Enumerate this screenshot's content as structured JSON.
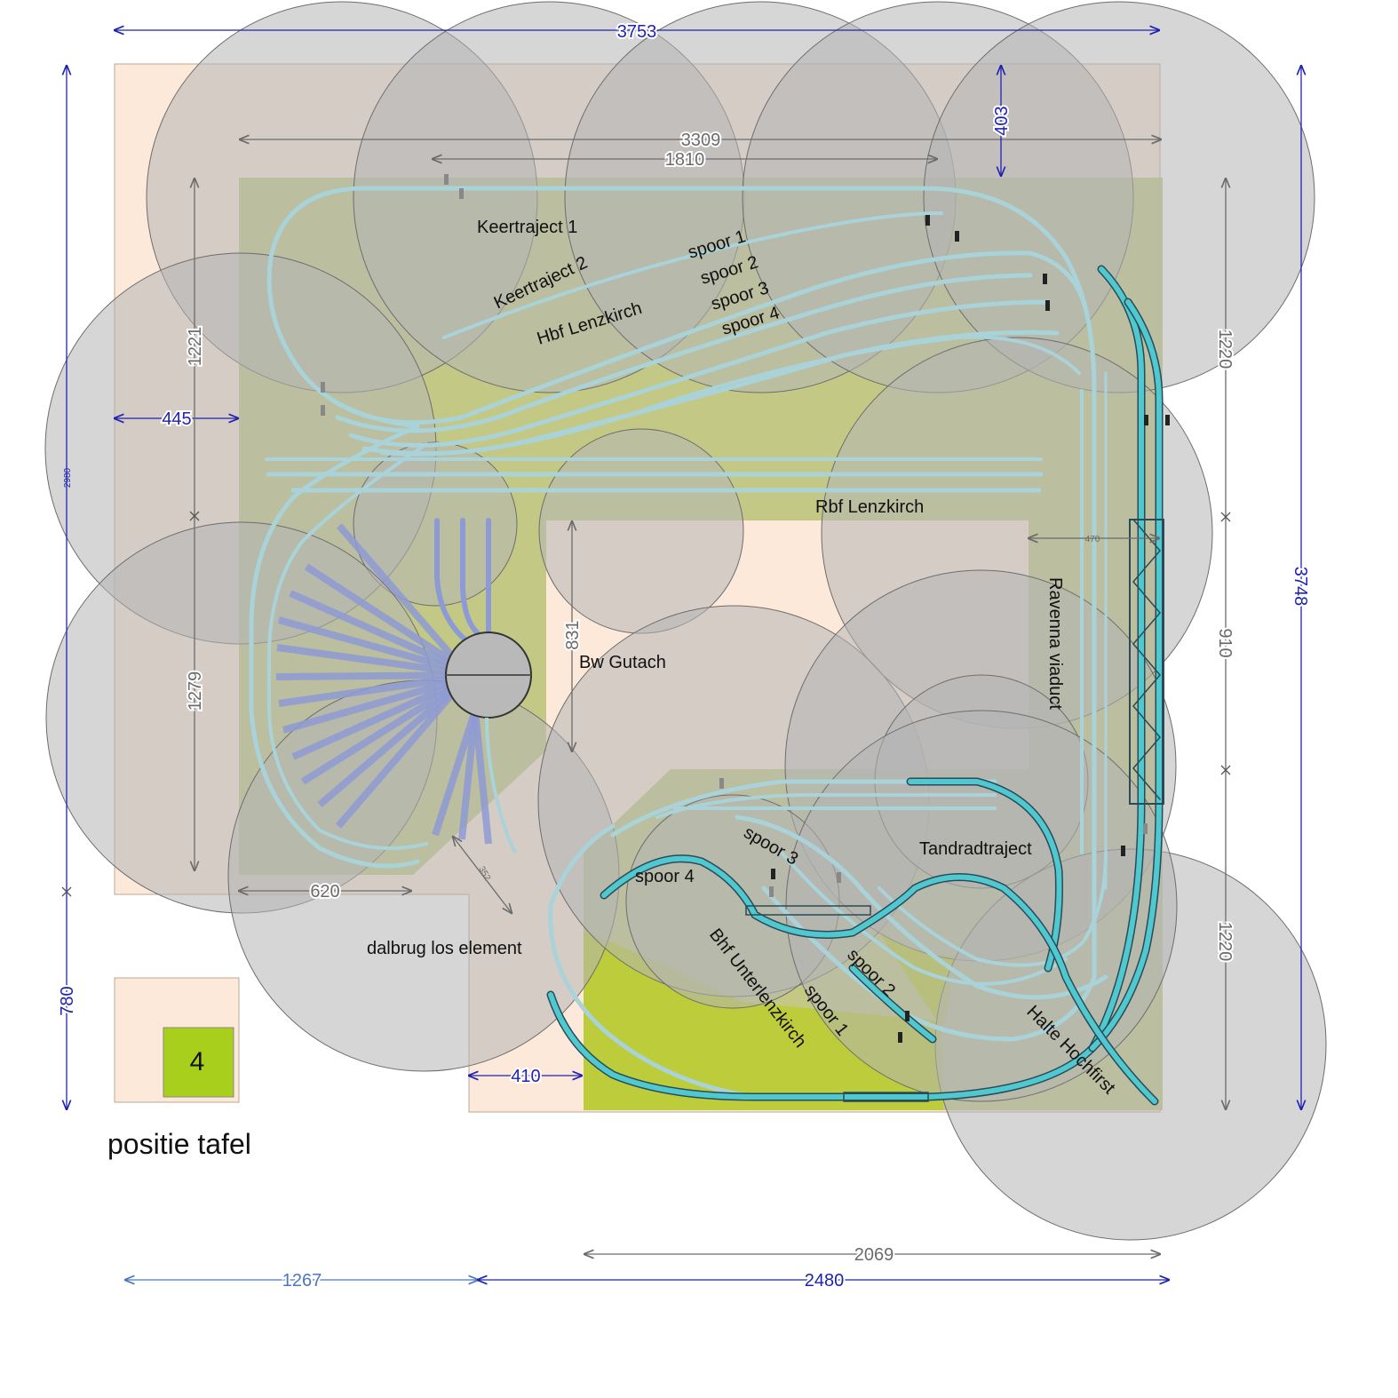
{
  "labels": {
    "keertraject1": "Keertraject 1",
    "keertraject2": "Keertraject 2",
    "hbf": "Hbf Lenzkirch",
    "hbf_spoor1": "spoor 1",
    "hbf_spoor2": "spoor 2",
    "hbf_spoor3": "spoor 3",
    "hbf_spoor4": "spoor 4",
    "rbf": "Rbf Lenzkirch",
    "bw": "Bw Gutach",
    "ravenna": "Ravenna viaduct",
    "tandrad": "Tandradtraject",
    "bhf_u": "Bhf Unterlenzkirch",
    "u_spoor1": "spoor 1",
    "u_spoor2": "spoor 2",
    "u_spoor3": "spoor 3",
    "u_spoor4": "spoor 4",
    "halte": "Halte Hochfirst",
    "dalbrug": "dalbrug los element",
    "positie": "positie tafel",
    "table_number": "4"
  },
  "dimensions": {
    "top_total": "3753",
    "top_3309": "3309",
    "top_1810": "1810",
    "d403": "403",
    "d445": "445",
    "d1221": "1221",
    "d1279": "1279",
    "d620": "620",
    "d352": "352",
    "d410": "410",
    "d831": "831",
    "d470": "470",
    "r1220a": "1220",
    "r910": "910",
    "r1220b": "1220",
    "r3748": "3748",
    "l2980": "2980",
    "l780": "780",
    "b2069": "2069",
    "b1267": "1267",
    "b2480": "2480"
  },
  "colors": {
    "room": "#fde9d9",
    "board": "#c3c985",
    "board_hi": "#bccc3a",
    "reach_circle": "#b4b4b4",
    "track": "#a9d3d8",
    "track_active": "#4fc8cf",
    "turntable_track": "#8e9ad4",
    "dim_blue": "#1f23b0",
    "dim_gray": "#6b6b6b",
    "table_green": "#a7cf1b"
  }
}
